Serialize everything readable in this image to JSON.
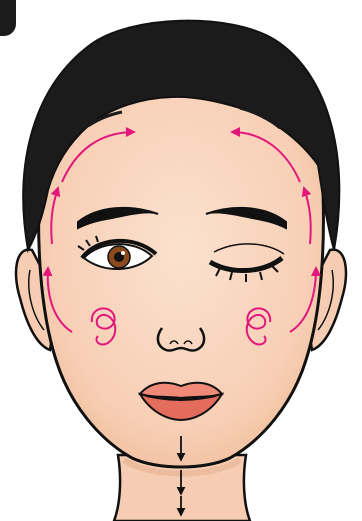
{
  "illustration": {
    "subject": "face-massage-technique",
    "colors": {
      "skin": "#f8d5bd",
      "skin_shade": "#f3c0a3",
      "hair": "#1b1b1b",
      "outline": "#111111",
      "lips": "#ee8a77",
      "lips_shade": "#e36c5c",
      "iris": "#8a4a1e",
      "arrows": "#e2177c",
      "chin_arrows": "#111111"
    },
    "elements": {
      "left_eye": "open",
      "right_eye": "closed",
      "massage_arrow_count": 6,
      "spiral_count": 2,
      "chin_arrow_count": 3
    }
  }
}
